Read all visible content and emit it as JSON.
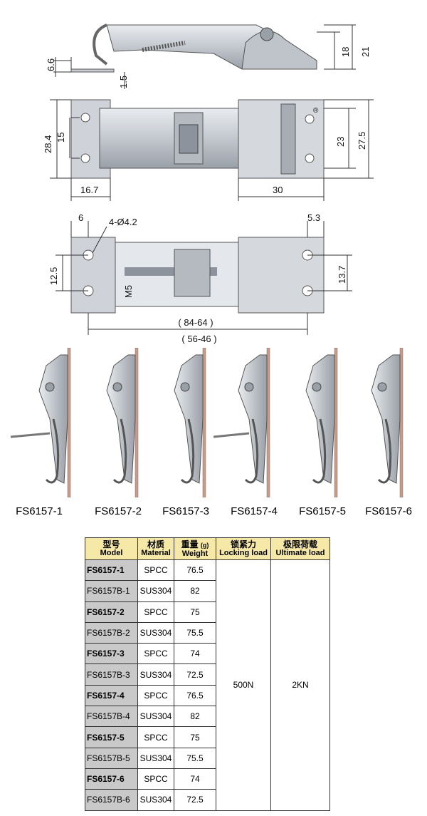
{
  "dimensions": {
    "side_view": {
      "d1": "6.6",
      "d2": "1.5",
      "d3": "18",
      "d4": "21"
    },
    "top_view": {
      "d1": "28.4",
      "d2": "15",
      "d3": "16.7",
      "d4": "30",
      "d5": "23",
      "d6": "27.5",
      "registered": "®"
    },
    "bottom_view": {
      "d1": "6",
      "d2": "4-Ø4.2",
      "d3": "5.3",
      "d4": "12.5",
      "d5": "M5",
      "d6": "13.7",
      "d7": "( 84-64 )",
      "d8": "( 56-46 )"
    }
  },
  "variants": [
    "FS6157-1",
    "FS6157-2",
    "FS6157-3",
    "FS6157-4",
    "FS6157-5",
    "FS6157-6"
  ],
  "table": {
    "headers": [
      {
        "cn": "型号",
        "en": "Model"
      },
      {
        "cn": "材质",
        "en": "Material"
      },
      {
        "cn": "重量",
        "en": "Weight",
        "unit": "(g)"
      },
      {
        "cn": "锁紧力",
        "en": "Locking load"
      },
      {
        "cn": "极限荷载",
        "en": "Ultimate load"
      }
    ],
    "rows": [
      {
        "model": "FS6157-1",
        "material": "SPCC",
        "weight": "76.5"
      },
      {
        "model": "FS6157B-1",
        "material": "SUS304",
        "weight": "82"
      },
      {
        "model": "FS6157-2",
        "material": "SPCC",
        "weight": "75"
      },
      {
        "model": "FS6157B-2",
        "material": "SUS304",
        "weight": "75.5"
      },
      {
        "model": "FS6157-3",
        "material": "SPCC",
        "weight": "74"
      },
      {
        "model": "FS6157B-3",
        "material": "SUS304",
        "weight": "72.5"
      },
      {
        "model": "FS6157-4",
        "material": "SPCC",
        "weight": "76.5"
      },
      {
        "model": "FS6157B-4",
        "material": "SUS304",
        "weight": "82"
      },
      {
        "model": "FS6157-5",
        "material": "SPCC",
        "weight": "75"
      },
      {
        "model": "FS6157B-5",
        "material": "SUS304",
        "weight": "75.5"
      },
      {
        "model": "FS6157-6",
        "material": "SPCC",
        "weight": "74"
      },
      {
        "model": "FS6157B-6",
        "material": "SUS304",
        "weight": "72.5"
      }
    ],
    "locking_load": "500N",
    "ultimate_load": "2KN"
  },
  "colors": {
    "metal": "#c8ccd2",
    "metal_dark": "#8d939c",
    "header_bg": "#f6e9a8",
    "model_bg": "#c9c9c9",
    "seal": "#c99a86"
  }
}
